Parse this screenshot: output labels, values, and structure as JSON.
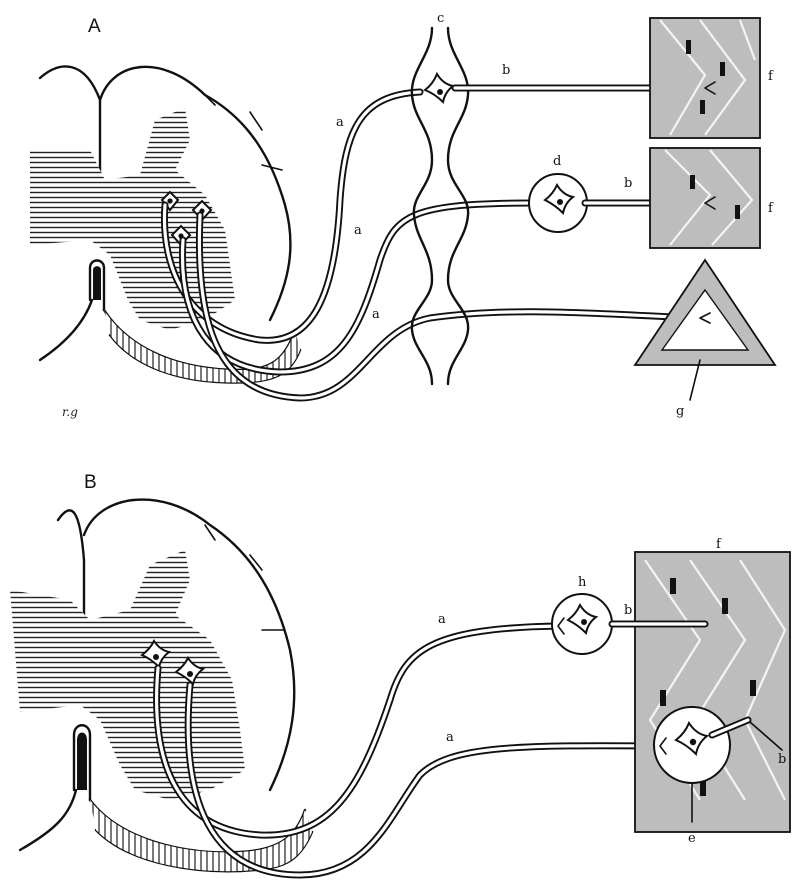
{
  "panel_a": {
    "title": "A",
    "label_a_top": "a",
    "label_a_mid": "a",
    "label_a_low": "a",
    "label_b_top": "b",
    "label_b_mid": "b",
    "label_c": "c",
    "label_d": "d",
    "label_f_top": "f",
    "label_f_mid": "f",
    "label_g": "g",
    "margin_note": "r.g"
  },
  "panel_b": {
    "title": "B",
    "label_a_top": "a",
    "label_a_low": "a",
    "label_b_top": "b",
    "label_b_right": "b",
    "label_e": "e",
    "label_f": "f",
    "label_h": "h"
  }
}
